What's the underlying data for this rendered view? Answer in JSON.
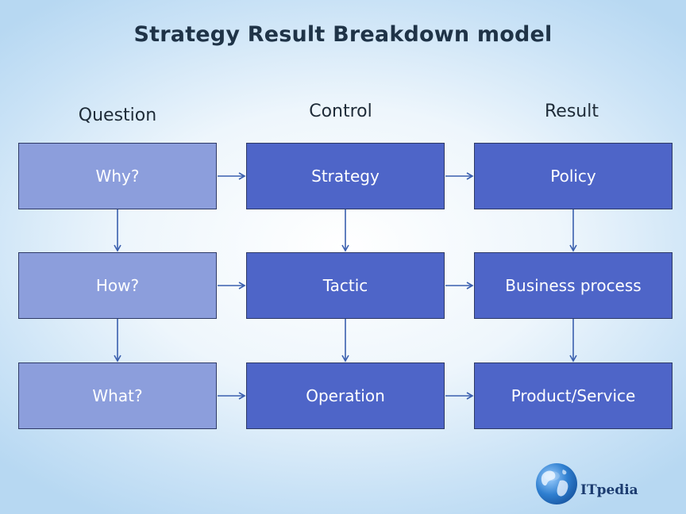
{
  "title": "Strategy Result Breakdown model",
  "columns": {
    "question": {
      "header": "Question",
      "items": [
        "Why?",
        "How?",
        "What?"
      ]
    },
    "control": {
      "header": "Control",
      "items": [
        "Strategy",
        "Tactic",
        "Operation"
      ]
    },
    "result": {
      "header": "Result",
      "items": [
        "Policy",
        "Business process",
        "Product/Service"
      ]
    }
  },
  "logo": {
    "text": "ITpedia",
    "icon": "globe-icon"
  },
  "colors": {
    "question_box": "#8c9edc",
    "control_box": "#4e65c8",
    "result_box": "#4e65c8",
    "arrow": "#3a5fae"
  }
}
